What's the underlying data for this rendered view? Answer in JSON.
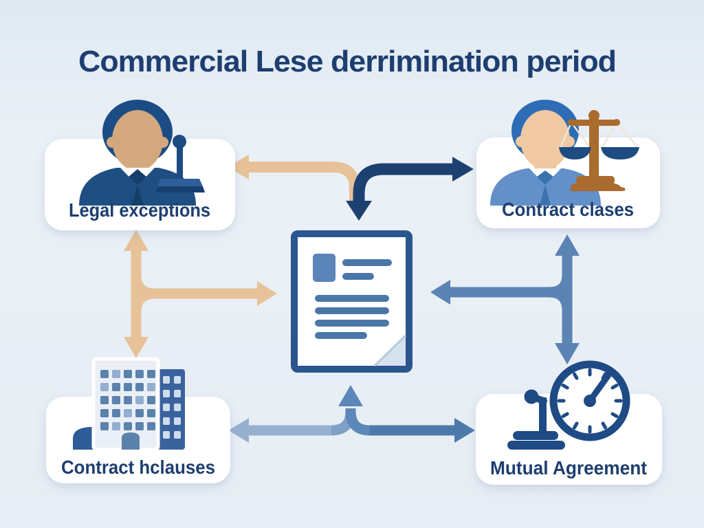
{
  "title": "Commercial Lese derrimination period",
  "center_node": {
    "icon": "document-icon",
    "description": "lease document with text lines and folded corner"
  },
  "nodes": [
    {
      "label": "Legal exceptions",
      "icon": "person-with-microphone-icon",
      "position": "top-left"
    },
    {
      "label": "Contract clases",
      "icon": "person-with-scales-icon",
      "position": "top-right"
    },
    {
      "label": "Contract hclauses",
      "icon": "office-buildings-icon",
      "position": "bottom-left"
    },
    {
      "label": "Mutual Agreement",
      "icon": "gavel-stand-and-clock-icon",
      "position": "bottom-right"
    }
  ],
  "arrows": [
    {
      "from": "center-top",
      "to": "top-left-node",
      "color": "#e7c198",
      "shape": "elbow-left"
    },
    {
      "from": "top-right-node",
      "to": "center-top",
      "color": "#1c4170",
      "heads": [
        "down",
        "right"
      ]
    },
    {
      "hub": "left",
      "color": "#e7c198",
      "heads": [
        "up",
        "down",
        "right-to-center"
      ]
    },
    {
      "hub": "right",
      "color": "#5b83b3",
      "heads": [
        "up",
        "down",
        "left-to-center"
      ]
    },
    {
      "hub": "bottom",
      "colors": [
        "#96b0d0",
        "#4e79ab"
      ],
      "heads": [
        "left",
        "right",
        "up-to-center"
      ]
    }
  ],
  "colors": {
    "background": "#e9eff5",
    "text_navy": "#1d3e70",
    "card": "#ffffff",
    "arrow_tan": "#e7c198",
    "arrow_dark_navy": "#1c4170",
    "arrow_steel_blue": "#5b83b3",
    "arrow_light_blue": "#96b0d0",
    "icon_navy": "#1e4b85",
    "suit_dark_blue": "#1f4e82",
    "suit_light_blue": "#6390c8",
    "skin_tan": "#d4a87e",
    "skin_light": "#f0c8a2",
    "scales_brown": "#a96b2e",
    "building_dark": "#3a639e",
    "window_blue": "#5b82ab"
  }
}
